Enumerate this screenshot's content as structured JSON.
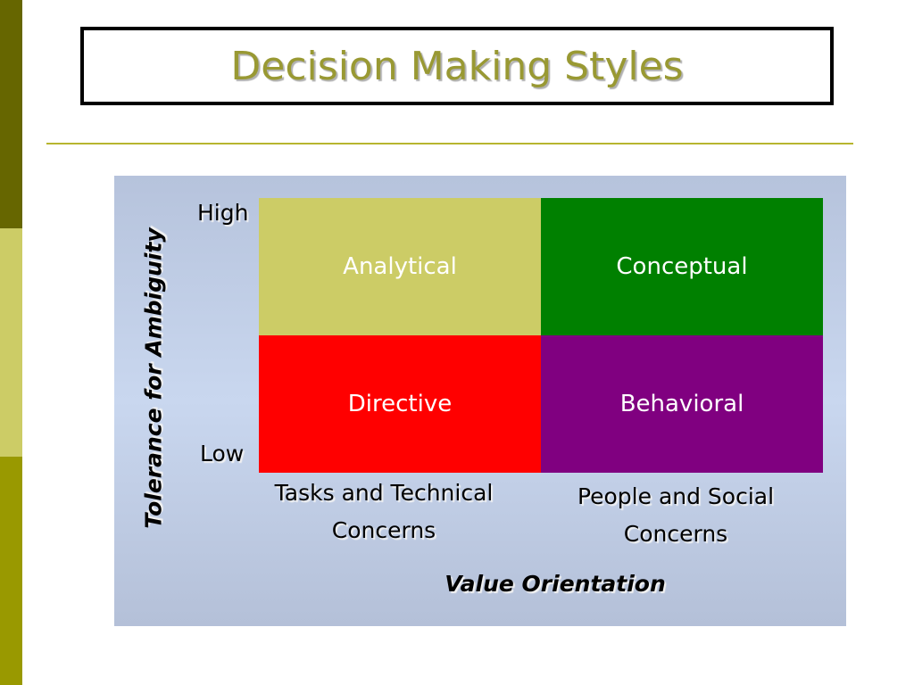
{
  "title": "Decision Making Styles",
  "diagram": {
    "y_axis_title": "Tolerance for Ambiguity",
    "y_high": "High",
    "y_low": "Low",
    "x_axis_title": "Value Orientation",
    "columns": [
      {
        "line1": "Tasks and Technical",
        "line2": "Concerns"
      },
      {
        "line1": "People and Social",
        "line2": "Concerns"
      }
    ],
    "quadrants": [
      {
        "label": "Analytical",
        "color": "#cccc66"
      },
      {
        "label": "Conceptual",
        "color": "#008000"
      },
      {
        "label": "Directive",
        "color": "#ff0000"
      },
      {
        "label": "Behavioral",
        "color": "#800080"
      }
    ]
  },
  "colors": {
    "accent_dark": "#666600",
    "accent_light": "#cccc66",
    "accent_mid": "#999900",
    "title": "#999933",
    "panel": "#c9d7ef"
  }
}
